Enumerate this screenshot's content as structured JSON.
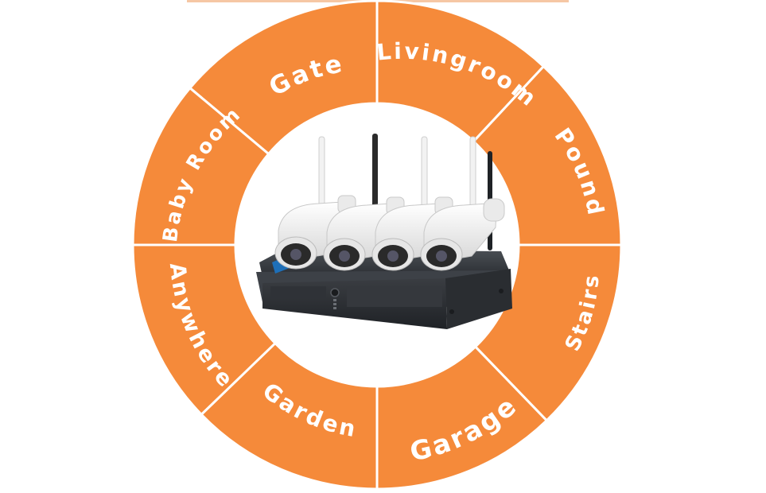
{
  "colors": {
    "ring": "#f58a3a",
    "divider": "#ffffff",
    "background": "#ffffff"
  },
  "segments": [
    {
      "label": "Gate"
    },
    {
      "label": "Livingroom"
    },
    {
      "label": "Pound"
    },
    {
      "label": "Stairs"
    },
    {
      "label": "Garage"
    },
    {
      "label": "Garden"
    },
    {
      "label": "Anywhere"
    },
    {
      "label": "Baby Room"
    }
  ],
  "center_image": "nvr-kit-with-four-wifi-bullet-cameras"
}
